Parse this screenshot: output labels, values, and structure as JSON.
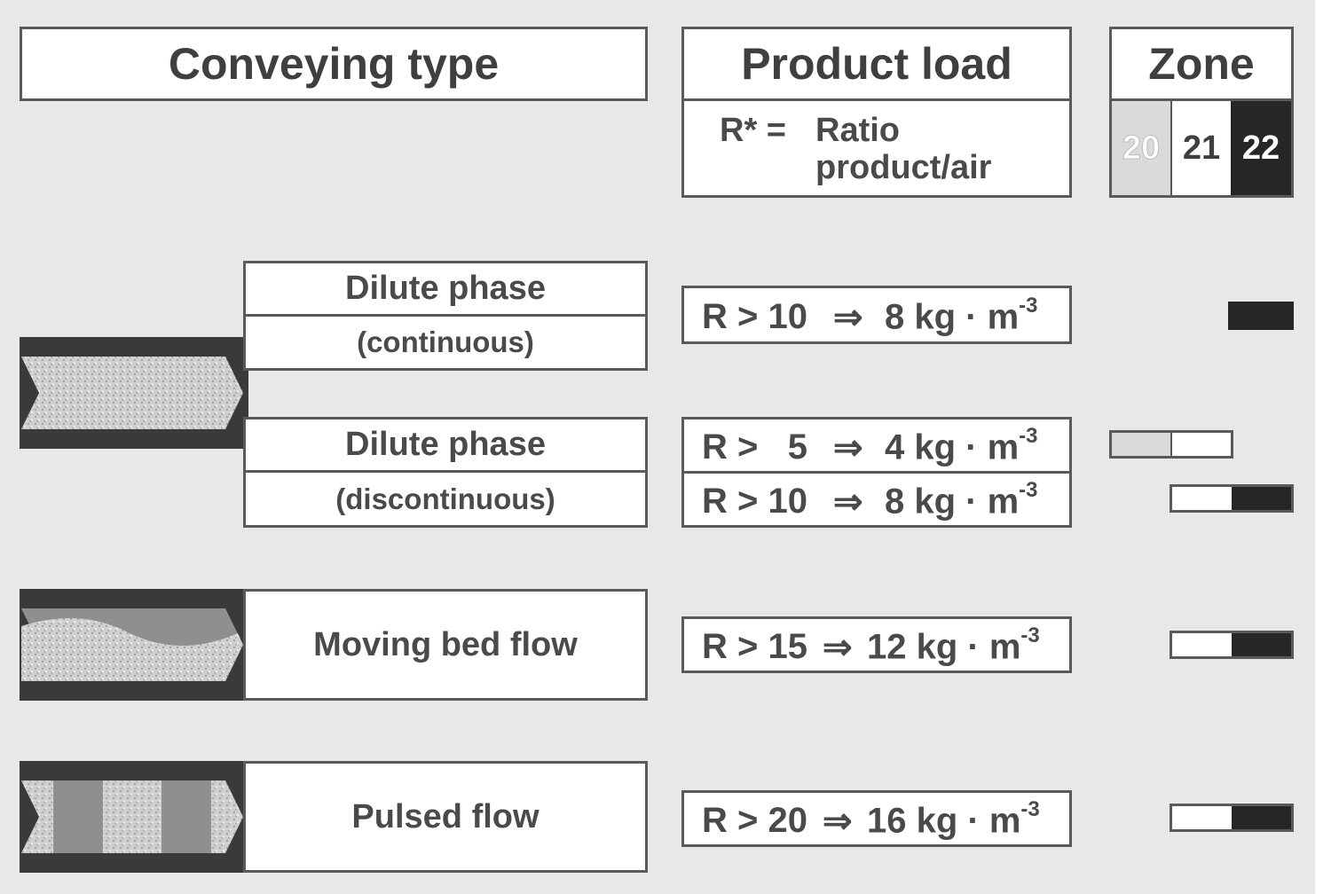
{
  "headers": {
    "conveying_type": "Conveying type",
    "product_load": "Product load",
    "ratio_prefix": "R* =",
    "ratio_line1": "Ratio",
    "ratio_line2": "product/air",
    "zone": "Zone",
    "zone_labels": [
      "20",
      "21",
      "22"
    ]
  },
  "rows": {
    "dilute_cont_title": "Dilute phase",
    "dilute_cont_sub": "(continuous)",
    "dilute_disc_title": "Dilute phase",
    "dilute_disc_sub": "(discontinuous)",
    "moving_bed": "Moving bed flow",
    "pulsed": "Pulsed flow"
  },
  "loads": {
    "r1": {
      "r": "R > 10",
      "arrow": "⇒",
      "val": "8 kg · m",
      "exp": "-3"
    },
    "r2": {
      "r": "R >   5",
      "arrow": "⇒",
      "val": "4 kg · m",
      "exp": "-3"
    },
    "r3": {
      "r": "R > 10",
      "arrow": "⇒",
      "val": "8 kg · m",
      "exp": "-3"
    },
    "r4": {
      "r": "R > 15",
      "arrow": "⇒",
      "val": "12 kg · m",
      "exp": "-3"
    },
    "r5": {
      "r": "R > 20",
      "arrow": "⇒",
      "val": "16 kg · m",
      "exp": "-3"
    }
  },
  "colors": {
    "panel": "#e7e8ea",
    "border": "#5a5a5a",
    "zone20": "#d9dadc",
    "zone21": "#ffffff",
    "zone22": "#262626",
    "pipe": "#3a3a3a"
  }
}
